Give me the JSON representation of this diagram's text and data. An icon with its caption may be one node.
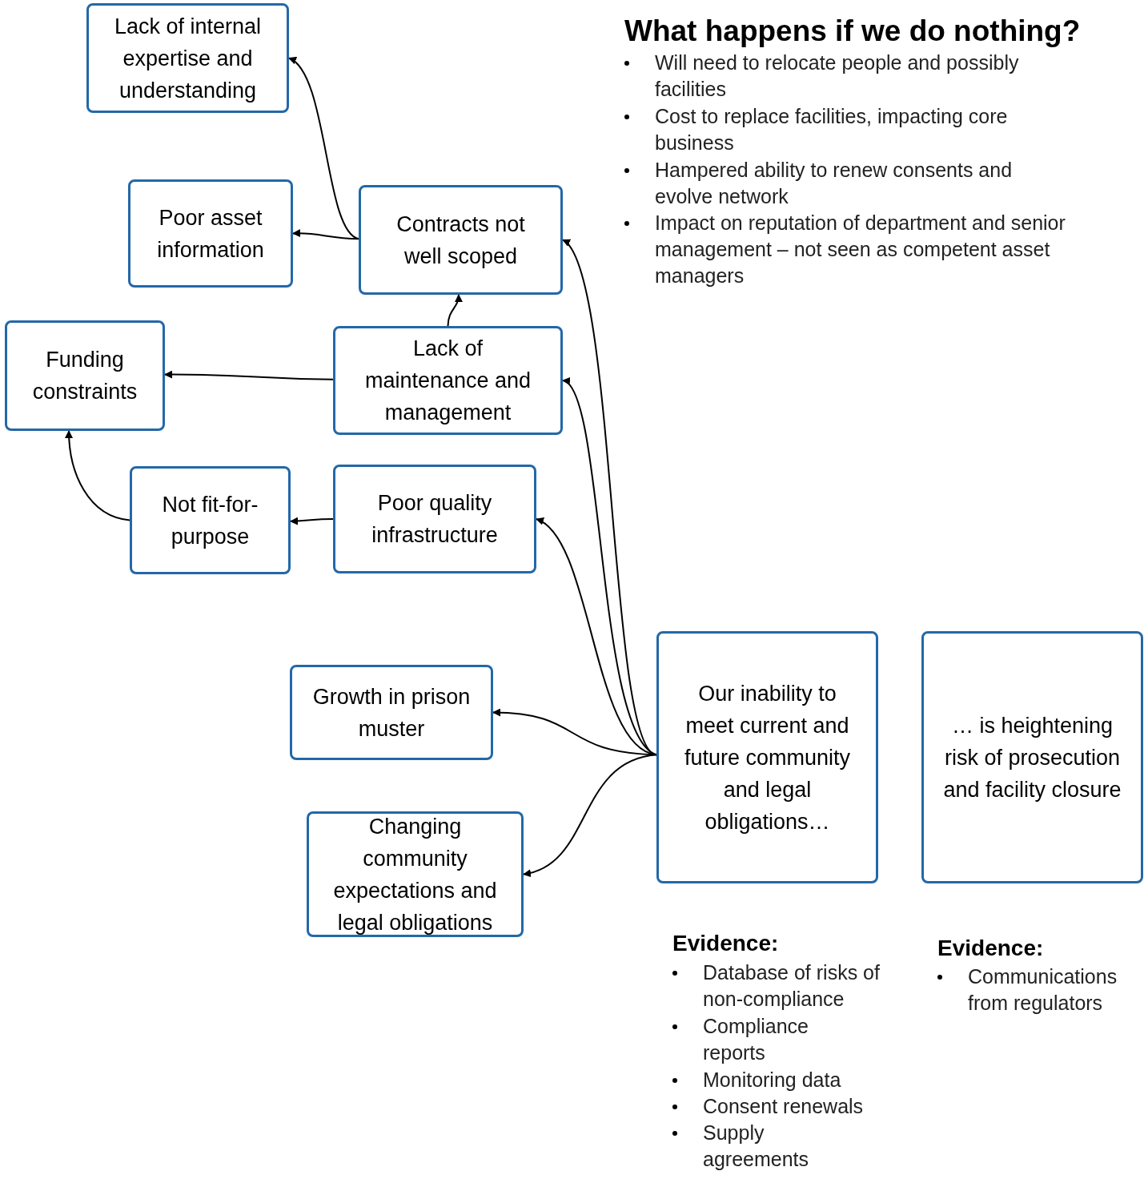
{
  "diagram": {
    "title": "What happens if we do nothing?",
    "nodes": [
      {
        "text": [
          "Lack of internal expertise and understanding"
        ]
      },
      {
        "text": [
          "Poor asset information"
        ]
      },
      {
        "text": [
          "Contracts not well scoped"
        ]
      },
      {
        "text": [
          "Funding constraints"
        ]
      },
      {
        "text": [
          "Lack of maintenance and management"
        ]
      },
      {
        "text": [
          "Not fit-for-purpose"
        ]
      },
      {
        "text": [
          "Poor quality infrastructure"
        ]
      },
      {
        "text": [
          "Growth in prison muster"
        ]
      },
      {
        "text": [
          "Changing community expectations and legal obligations"
        ]
      },
      {
        "text": [
          "Our inability to meet current and future community and legal obligations…"
        ]
      },
      {
        "text": [
          "… is heightening risk of prosecution and facility closure"
        ]
      }
    ],
    "edges": [
      {
        "from": 2,
        "to": 0,
        "arrow": "to"
      },
      {
        "from": 2,
        "to": 1,
        "arrow": "to"
      },
      {
        "from": 4,
        "to": 2,
        "arrow": "to"
      },
      {
        "from": 4,
        "to": 3,
        "arrow": "to"
      },
      {
        "from": 5,
        "to": 3,
        "arrow": "to"
      },
      {
        "from": 6,
        "to": 5,
        "arrow": "to"
      },
      {
        "from": 9,
        "to": 2,
        "arrow": "to"
      },
      {
        "from": 9,
        "to": 4,
        "arrow": "to"
      },
      {
        "from": 9,
        "to": 6,
        "arrow": "to"
      },
      {
        "from": 9,
        "to": 7,
        "arrow": "to"
      },
      {
        "from": 9,
        "to": 8,
        "arrow": "to"
      }
    ],
    "labels": [
      "Will need to relocate people and possibly facilities",
      "Cost to replace facilities, impacting core business",
      "Hampered ability to renew consents and evolve network",
      "Impact on reputation of department and senior management – not seen as competent asset managers",
      "Evidence:",
      "Database of risks of non-compliance",
      "Compliance reports",
      "Monitoring data",
      "Consent renewals",
      "Supply agreements",
      "Evidence:",
      "Communications from regulators"
    ]
  }
}
